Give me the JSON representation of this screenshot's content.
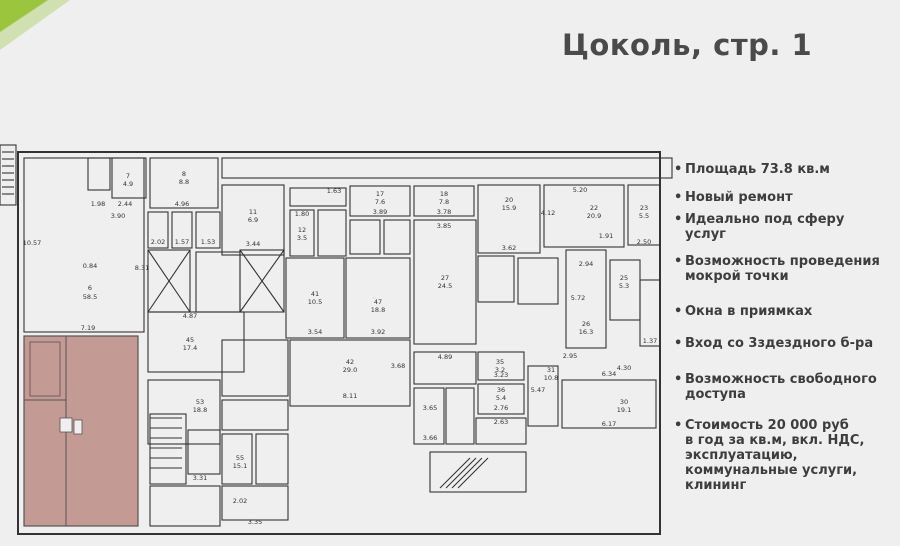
{
  "title": "Цоколь, стр. 1",
  "accent_color": "#9bc53d",
  "floor_plan": {
    "room_labels": [
      "6",
      "58.5",
      "0.84",
      "7",
      "4.9",
      "8",
      "8.8",
      "11",
      "6.9",
      "12",
      "3.5",
      "17",
      "7.6",
      "18",
      "7.8",
      "20",
      "15.9",
      "22",
      "20.9",
      "23",
      "5.5",
      "27",
      "24.5",
      "41",
      "10.5",
      "47",
      "18.8",
      "42",
      "29.0",
      "45",
      "17.4",
      "26",
      "16.3",
      "30",
      "19.1",
      "31",
      "10.8",
      "36",
      "5.4",
      "53",
      "18.8",
      "55",
      "15.1",
      "35",
      "3.2",
      "25",
      "5.3",
      "3.90",
      "4.96",
      "3.89",
      "3.78",
      "3.62",
      "3.85",
      "4.87",
      "3.92",
      "3.54",
      "4.89",
      "8.11",
      "6.17",
      "6.34",
      "5.47",
      "3.35",
      "2.02",
      "3.31",
      "2.63",
      "3.23",
      "2.76",
      "3.65",
      "3.66",
      "10.57",
      "8.31",
      "7.19",
      "1.91",
      "2.50",
      "5.72",
      "2.94",
      "5.20",
      "4.12",
      "1.37",
      "4.30",
      "2.95",
      "3.68",
      "2.44",
      "1.98",
      "2.02",
      "1.57",
      "1.53",
      "1.63",
      "1.80",
      "3.44"
    ]
  },
  "features": [
    "Площадь 73.8 кв.м",
    "Новый ремонт",
    "Идеально под сферу\nуслуг",
    "Возможность проведения\nмокрой точки",
    "Окна в приямках",
    "Вход со 3здездного б-ра",
    "Возможность свободного\nдоступа",
    "Стоимость 20 000 руб\nв год за кв.м, вкл. НДС,\nэксплуатацию,\nкоммунальные услуги,\nклининг"
  ],
  "bullet": "•"
}
